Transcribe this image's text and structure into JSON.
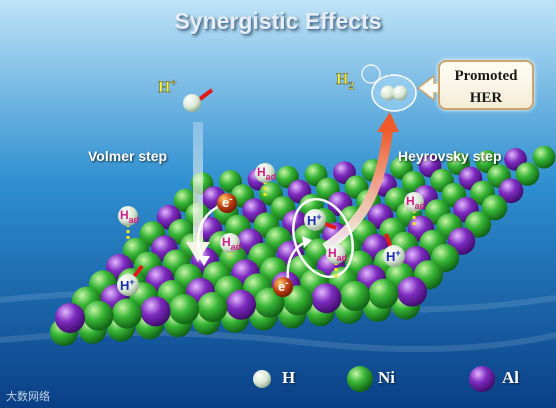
{
  "title": "Synergistic Effects",
  "labels": {
    "volmer": "Volmer step",
    "heyrovsky": "Heyrovsky step",
    "h_plus": "H",
    "plus_sign": "+",
    "h2_H": "H",
    "h2_sub": "2",
    "had_H": "H",
    "had_sub": "ad",
    "electron_e": "e",
    "electron_sign": "-",
    "promoted_line1": "Promoted",
    "promoted_line2": "HER"
  },
  "legend": [
    {
      "label": "H",
      "color": "#e8f2e8"
    },
    {
      "label": "Ni",
      "color": "#2fa82f"
    },
    {
      "label": "Al",
      "color": "#7a2bb5"
    }
  ],
  "colors": {
    "ni": "#2fa82f",
    "al": "#7a2bb5",
    "hydrogen": "#e8f2e8",
    "had_text": "#d0208a",
    "hplus_text": "#1b2db0",
    "bond": "#e01a1a",
    "dotted_bond": "#f5e51a",
    "electron": "#b0300e",
    "heyrovsky_arrow": "#f06a3a",
    "volmer_arrow": "#f3f3ea"
  },
  "watermark": "大数网络"
}
